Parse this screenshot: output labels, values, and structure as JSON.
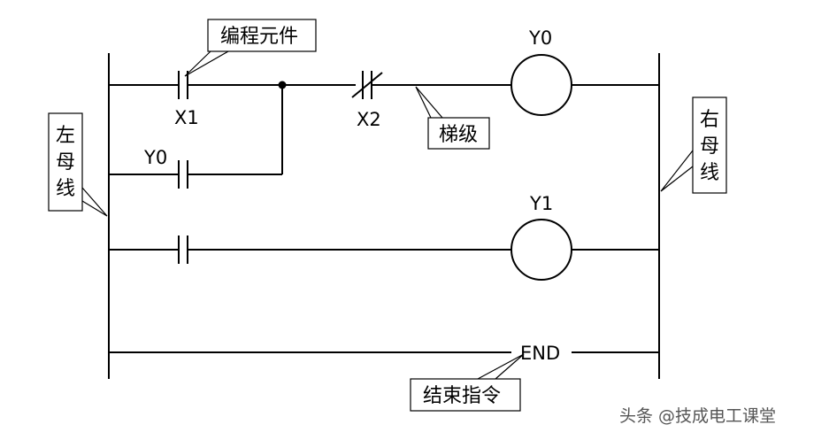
{
  "contacts": {
    "x1": "X1",
    "x2": "X2",
    "y0": "Y0"
  },
  "coils": {
    "y0": "Y0",
    "y1": "Y1"
  },
  "end_label": "END",
  "callouts": {
    "element": "编程元件",
    "rung": "梯级",
    "left_bus": [
      "左",
      "母",
      "线"
    ],
    "right_bus": [
      "右",
      "母",
      "线"
    ],
    "end_instruction": "结束指令"
  },
  "watermark": "头条 @技成电工课堂"
}
